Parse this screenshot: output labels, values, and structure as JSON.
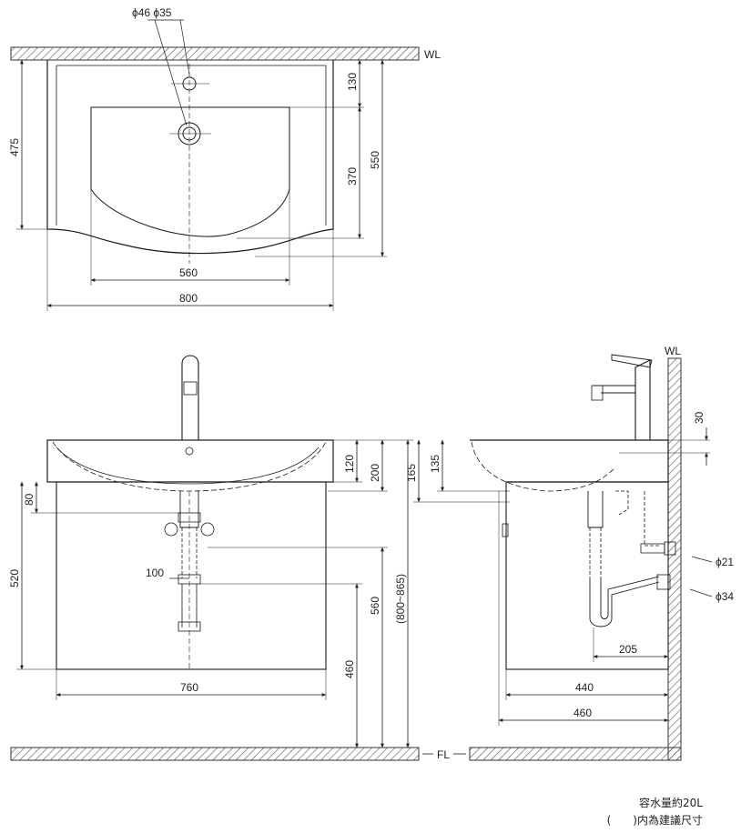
{
  "plan_view": {
    "hole_label": "ϕ46 ϕ35",
    "wall_label": "WL",
    "dims": {
      "d130": "130",
      "d370": "370",
      "d550": "550",
      "d475": "475",
      "d560": "560",
      "d800": "800"
    }
  },
  "front_view": {
    "dims": {
      "d120": "120",
      "d200": "200",
      "d80": "80",
      "d520": "520",
      "d100": "100",
      "d560": "560",
      "d460": "460",
      "d800_865": "(800~865)",
      "d760": "760"
    }
  },
  "side_view": {
    "wall_label": "WL",
    "floor_label": "FL",
    "dims": {
      "d30": "30",
      "d165": "165",
      "d135": "135",
      "d21": "ϕ21",
      "d34": "ϕ34",
      "d205": "205",
      "d440": "440",
      "d460": "460"
    }
  },
  "notes": {
    "capacity": "容水量約20L",
    "recommended": "(　　)内為建議尺寸"
  },
  "colors": {
    "line": "#1a1a1a",
    "hatch": "#555555"
  }
}
